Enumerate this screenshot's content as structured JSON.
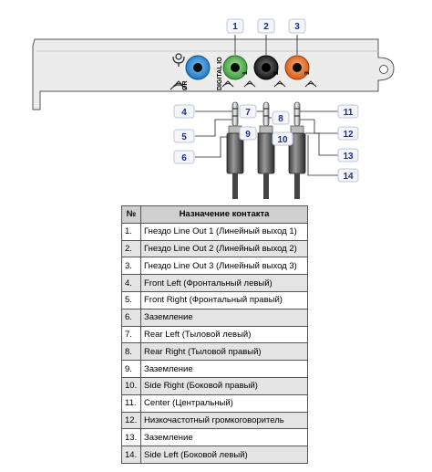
{
  "bracket": {
    "port_labels": {
      "or": "OR",
      "digital_io": "DIGITAL IO",
      "line1": "1",
      "line2": "2",
      "line3": "3"
    }
  },
  "callouts": [
    "1",
    "2",
    "3",
    "4",
    "5",
    "6",
    "7",
    "8",
    "9",
    "10",
    "11",
    "12",
    "13",
    "14"
  ],
  "table": {
    "headers": [
      "№",
      "Назначение контакта"
    ],
    "rows": [
      [
        "1.",
        "Гнездо Line Out 1 (Линейный выход 1)"
      ],
      [
        "2.",
        "Гнездо Line Out 2 (Линейный выход 2)"
      ],
      [
        "3.",
        "Гнездо Line Out 3 (Линейный выход 3)"
      ],
      [
        "4.",
        "Front Left (Фронтальный левый)"
      ],
      [
        "5.",
        "Front Right (Фронтальный правый)"
      ],
      [
        "6.",
        "Заземление"
      ],
      [
        "7.",
        "Rear Left (Тыловой левый)"
      ],
      [
        "8.",
        "Rear Right (Тыловой правый)"
      ],
      [
        "9.",
        "Заземление"
      ],
      [
        "10.",
        "Side Right (Боковой правый)"
      ],
      [
        "11.",
        "Center (Центральный)"
      ],
      [
        "12.",
        "Низкочастотный громкоговоритель"
      ],
      [
        "13.",
        "Заземление"
      ],
      [
        "14.",
        "Side Left (Боковой левый)"
      ]
    ]
  },
  "colors": {
    "callout_text": "#1a2f8a",
    "callout_fill": "#f4f6fb",
    "jack_blue": "#1e78c8",
    "jack_green": "#3c9a3c",
    "jack_black": "#151515",
    "jack_orange": "#e0641e",
    "header_bg": "#cfcfcf",
    "row_alt_bg": "#e4e4e4"
  }
}
